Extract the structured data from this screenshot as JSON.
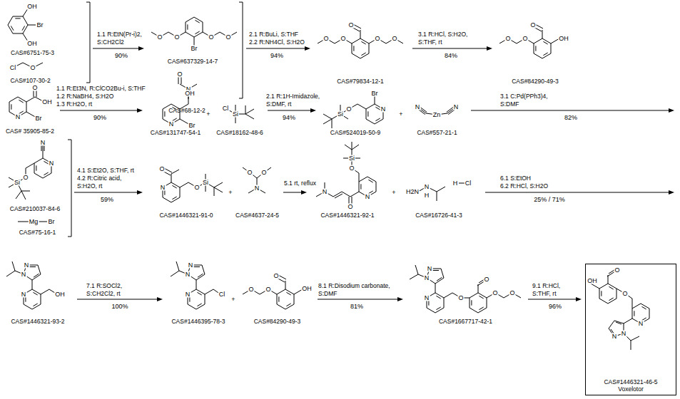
{
  "diagram": {
    "nodes": [
      {
        "text": [
          "CAS#6751-75-3"
        ]
      },
      {
        "text": [
          "CAS#107-30-2"
        ]
      },
      {
        "text": [
          "CAS#637329-14-7"
        ]
      },
      {
        "text": [
          "CAS#68-12-2"
        ]
      },
      {
        "text": [
          "CAS#79834-12-1"
        ]
      },
      {
        "text": [
          "CAS#84290-49-3"
        ]
      },
      {
        "text": [
          "CAS# 35905-85-2"
        ]
      },
      {
        "text": [
          "CAS#131747-54-1"
        ]
      },
      {
        "text": [
          "CAS#18162-48-6"
        ]
      },
      {
        "text": [
          "CAS#524019-50-9"
        ]
      },
      {
        "text": [
          "CAS#557-21-1"
        ]
      },
      {
        "text": [
          "CAS#210037-84-6"
        ]
      },
      {
        "text": [
          "CAS#75-16-1"
        ]
      },
      {
        "text": [
          "CAS#1446321-91-0"
        ]
      },
      {
        "text": [
          "CAS#4637-24-5"
        ]
      },
      {
        "text": [
          "CAS#1446321-92-1"
        ]
      },
      {
        "text": [
          "CAS#16726-41-3"
        ]
      },
      {
        "text": [
          "CAS#1446321-93-2"
        ]
      },
      {
        "text": [
          "CAS#1446395-78-3"
        ]
      },
      {
        "text": [
          "CAS#84290-49-3"
        ]
      },
      {
        "text": [
          "CAS#1667717-42-1"
        ]
      },
      {
        "text": [
          "CAS#1446321-46-5",
          "Voxelotor"
        ]
      }
    ],
    "edges": [
      {
        "from": 0,
        "to": 2,
        "arrow": "to"
      },
      {
        "from": 2,
        "to": 4,
        "arrow": "to"
      },
      {
        "from": 4,
        "to": 5,
        "arrow": "to"
      },
      {
        "from": 6,
        "to": 7,
        "arrow": "to"
      },
      {
        "from": 8,
        "to": 9,
        "arrow": "to"
      },
      {
        "from": 11,
        "to": 13,
        "arrow": "to"
      },
      {
        "from": 14,
        "to": 15,
        "arrow": "to"
      },
      {
        "from": 17,
        "to": 18,
        "arrow": "to"
      },
      {
        "from": 19,
        "to": 20,
        "arrow": "to"
      },
      {
        "from": 20,
        "to": 21,
        "arrow": "to"
      }
    ],
    "labels": [
      "OH",
      "Br",
      "OH",
      "Cl",
      "O",
      "1.1 R:EtN(Pr-i)2,",
      "S:CH2Cl2",
      "90%",
      "Br",
      "O",
      "O",
      "O",
      "O",
      "O",
      "N",
      "2.1 R:BuLi, S:THF",
      "2.2 R:NH4Cl, S:H2O",
      "94%",
      "O",
      "O",
      "O",
      "O",
      "O",
      "3.1 R:HCl, S:H2O,",
      "S:THF, rt",
      "84%",
      "O",
      "OH",
      "O",
      "O",
      "O",
      "OH",
      "N",
      "Br",
      "1.1 R:Et3N, R:ClCO2Bu-i, S:THF",
      "1.2 R:NaBH4, S:H2O",
      "1.3 R:H2O, rt",
      "90%",
      "OH",
      "N",
      "Br",
      "+",
      "Cl",
      "Si",
      "2.1 R:1H-Imidazole,",
      "S:DMF, rt",
      "94%",
      "Br",
      "N",
      "O",
      "Si",
      "+",
      "N",
      "Zn",
      "N",
      "3.1 C:Pd(PPh3)4,",
      "S:DMF",
      "82%",
      "N",
      "N",
      "O",
      "Si",
      "Mg",
      "Br",
      "4.1 S:Et2O, S:THF, rt",
      "4.2 R:Citric acid,",
      "S:H2O, rt",
      "59%",
      "O",
      "N",
      "O",
      "Si",
      "+",
      "O",
      "O",
      "N",
      "5.1 rt, reflux",
      "N",
      "O",
      "N",
      "O",
      "Si",
      "+",
      "H2N",
      "N",
      "H",
      "H",
      "Cl",
      "6.1 S:EtOH",
      "6.2 R:HCl, S:H2O",
      "25% / 71%",
      "N",
      "N",
      "N",
      "OH",
      "7.1 R:SOCl2,",
      "S:CH2Cl2, rt",
      "100%",
      "N",
      "N",
      "N",
      "Cl",
      "+",
      "O",
      "OH",
      "O",
      "O",
      "8.1 R:Disodium carbonate,",
      "S:DMF",
      "81%",
      "N",
      "N",
      "N",
      "O",
      "O",
      "O",
      "O",
      "9.1 R:HCl,",
      "S:THF, rt",
      "96%",
      "OH",
      "O",
      "O",
      "N",
      "N",
      "N"
    ]
  }
}
